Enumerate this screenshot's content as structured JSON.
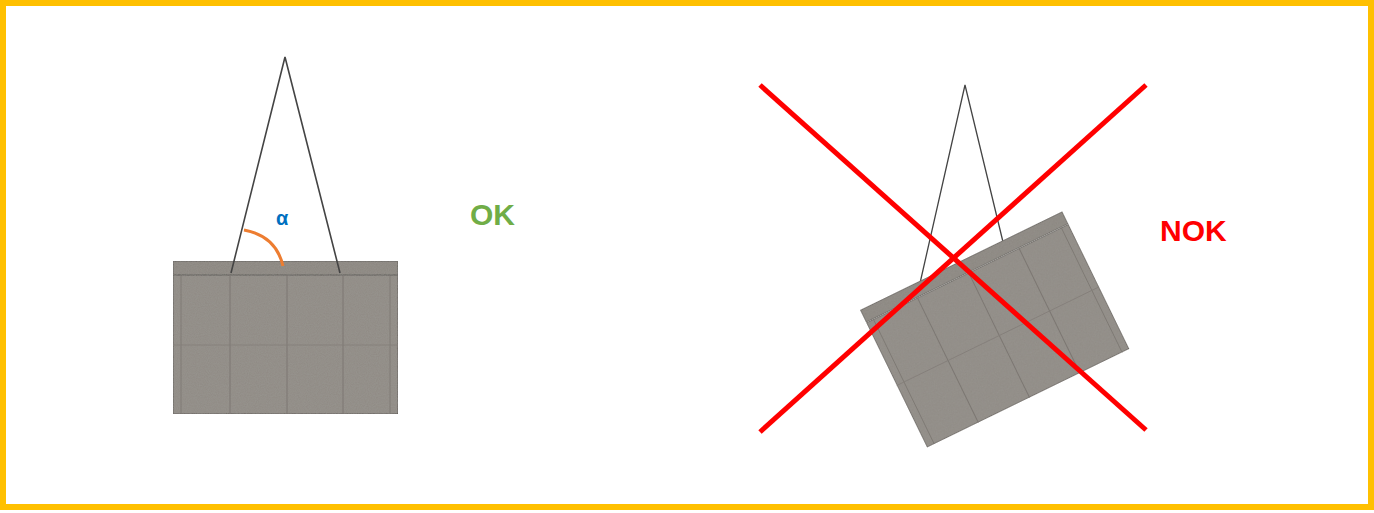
{
  "diagram": {
    "labels": [
      "α",
      "OK",
      "NOK"
    ]
  }
}
